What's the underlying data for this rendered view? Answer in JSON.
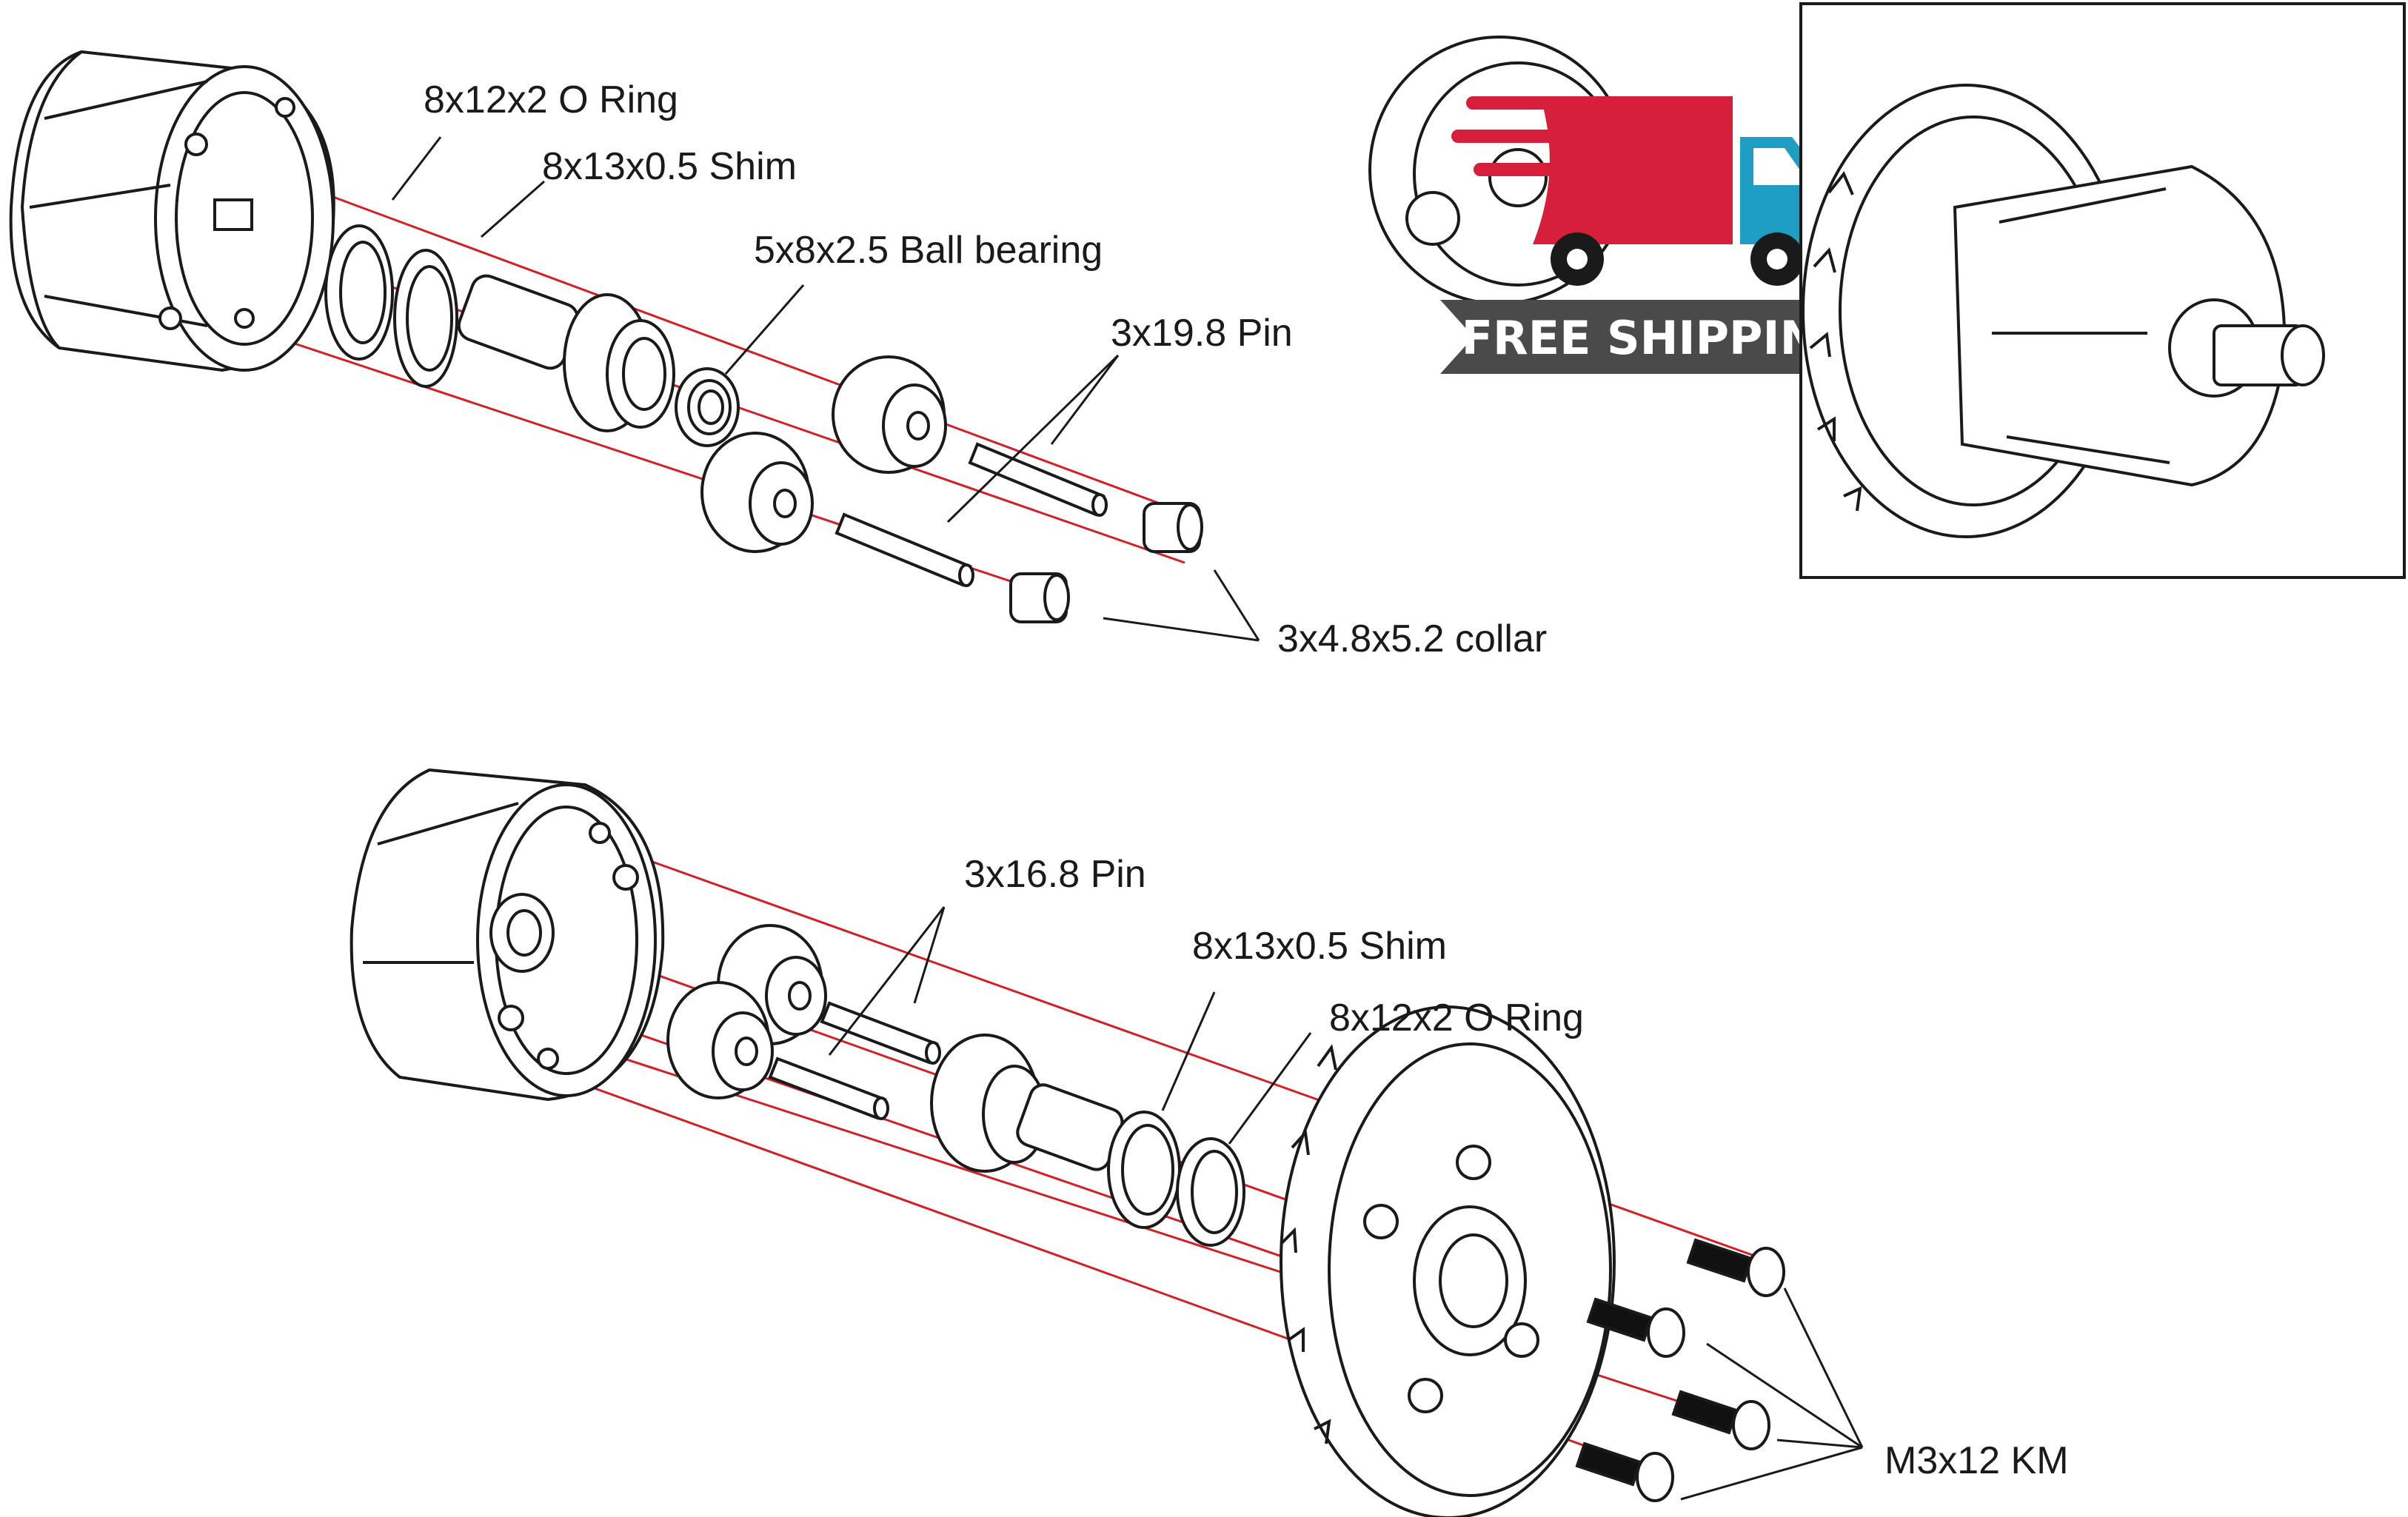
{
  "colors": {
    "guide_line": "#d41f26",
    "outline": "#1a1a1a",
    "truck_red": "#d6203b",
    "truck_blue": "#1f9ec4",
    "banner": "#4a4a4a"
  },
  "top_assembly": {
    "labels": {
      "o_ring": "8x12x2  O Ring",
      "shim": "8x13x0.5 Shim",
      "bearing": "5x8x2.5 Ball bearing",
      "pin": "3x19.8 Pin",
      "collar": "3x4.8x5.2 collar"
    }
  },
  "bottom_assembly": {
    "labels": {
      "pin": "3x16.8 Pin",
      "shim": "8x13x0.5 Shim",
      "o_ring": "8x12x2  O Ring",
      "screw": "M3x12 KM"
    }
  },
  "badge": {
    "text": "FREE SHIPPING",
    "icons": [
      "delivery-truck-icon"
    ]
  },
  "inset": {
    "icon": "assembled-differential-icon"
  }
}
